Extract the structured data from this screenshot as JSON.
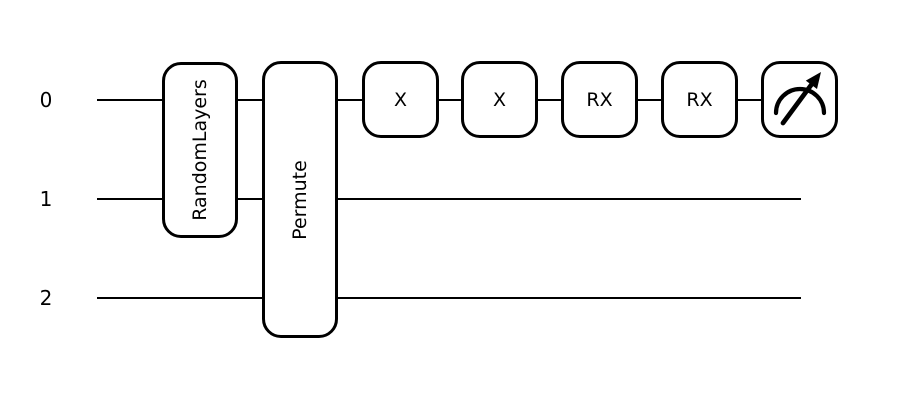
{
  "diagram": {
    "type": "quantum-circuit",
    "wires": [
      {
        "label": "0"
      },
      {
        "label": "1"
      },
      {
        "label": "2"
      }
    ],
    "gates": [
      {
        "label": "RandomLayers",
        "wires": [
          0,
          1
        ]
      },
      {
        "label": "Permute",
        "wires": [
          0,
          1,
          2
        ]
      },
      {
        "label": "X",
        "wires": [
          0
        ]
      },
      {
        "label": "X",
        "wires": [
          0
        ]
      },
      {
        "label": "RX",
        "wires": [
          0
        ]
      },
      {
        "label": "RX",
        "wires": [
          0
        ]
      },
      {
        "label": "measure",
        "wires": [
          0
        ],
        "icon": "gauge-measurement-icon"
      }
    ],
    "colors": {
      "stroke": "#000000",
      "fill": "#ffffff"
    }
  }
}
